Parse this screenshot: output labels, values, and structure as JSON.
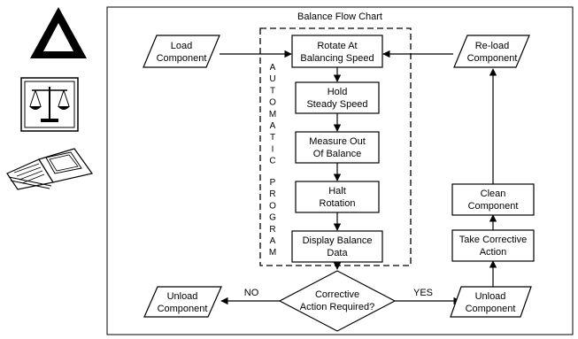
{
  "title": "Balance Flow Chart",
  "side_icons": [
    {
      "icon": "warning-triangle-icon"
    },
    {
      "icon": "balance-scale-icon"
    },
    {
      "icon": "open-book-icon"
    }
  ],
  "vertical_label": {
    "word1": [
      "A",
      "U",
      "T",
      "O",
      "M",
      "A",
      "T",
      "I",
      "C"
    ],
    "word2": [
      "P",
      "R",
      "O",
      "G",
      "R",
      "A",
      "M"
    ]
  },
  "nodes": {
    "load": [
      "Load",
      "Component"
    ],
    "rotate": [
      "Rotate At",
      "Balancing Speed"
    ],
    "reload": [
      "Re-load",
      "Component"
    ],
    "hold": [
      "Hold",
      "Steady Speed"
    ],
    "measure": [
      "Measure Out",
      "Of Balance"
    ],
    "halt": [
      "Halt",
      "Rotation"
    ],
    "display": [
      "Display Balance",
      "Data"
    ],
    "clean": [
      "Clean",
      "Component"
    ],
    "corrective": [
      "Take Corrective",
      "Action"
    ],
    "decision": [
      "Corrective",
      "Action Required?"
    ],
    "unload_left": [
      "Unload",
      "Component"
    ],
    "unload_right": [
      "Unload",
      "Component"
    ]
  },
  "edge_labels": {
    "no": "NO",
    "yes": "YES"
  }
}
